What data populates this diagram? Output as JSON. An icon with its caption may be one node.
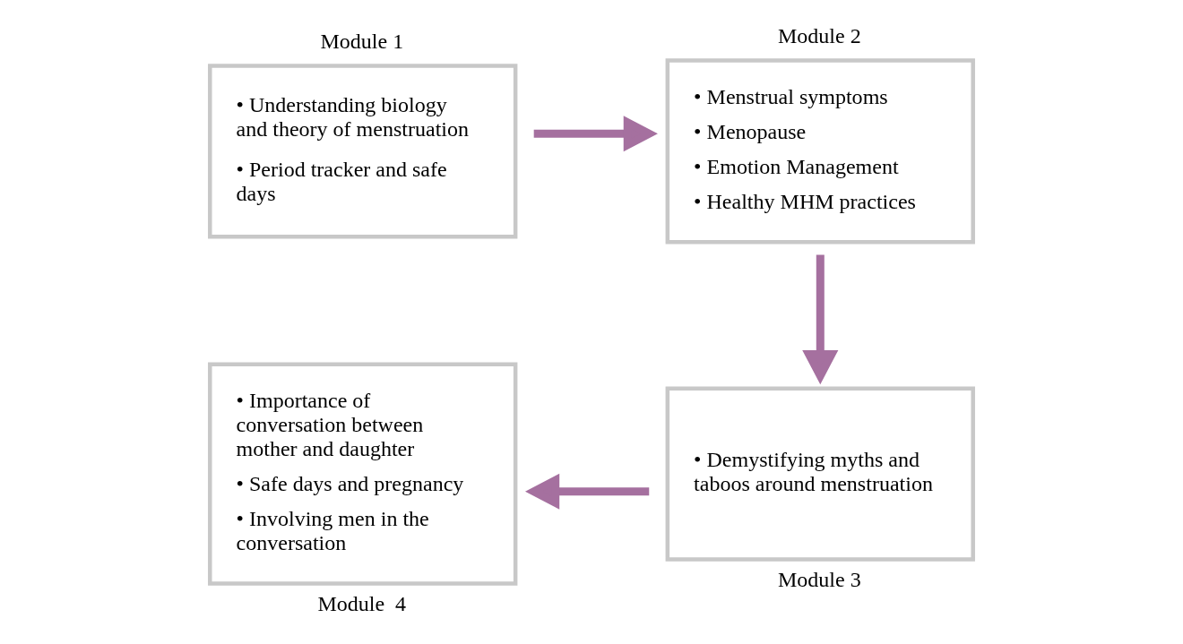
{
  "diagram": {
    "nodes": [
      {
        "text": [
          "Module 1",
          "• Understanding biology and theory of menstruation",
          "• Period tracker and safe days"
        ]
      },
      {
        "text": [
          "Module 2",
          "• Menstrual symptoms",
          "• Menopause",
          "• Emotion Management",
          "• Healthy MHM practices"
        ]
      },
      {
        "text": [
          "• Demystifying myths and taboos around menstruation",
          "Module 3"
        ]
      },
      {
        "text": [
          "• Importance of conversation between mother and daughter",
          "• Safe days and pregnancy",
          "• Involving men in the conversation",
          "Module  4"
        ]
      }
    ],
    "edges": [
      {
        "from": 0,
        "to": 1,
        "arrow": "to"
      },
      {
        "from": 1,
        "to": 2,
        "arrow": "to"
      },
      {
        "from": 2,
        "to": 3,
        "arrow": "to"
      }
    ]
  }
}
